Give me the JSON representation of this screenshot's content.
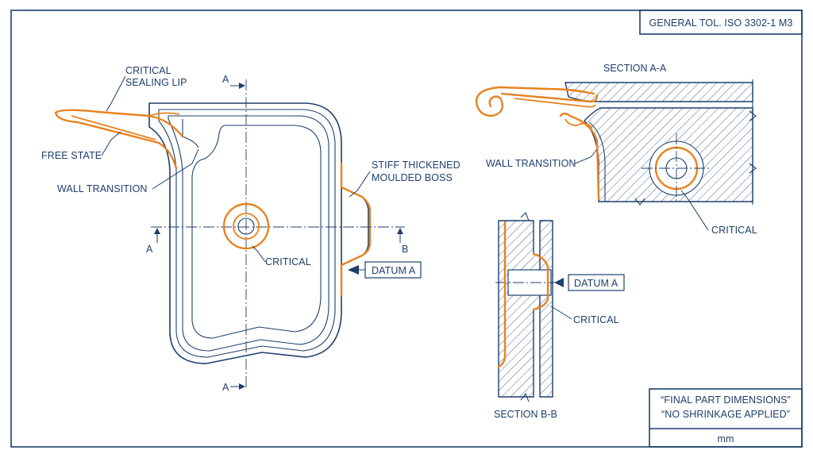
{
  "title_block": {
    "tolerance_note": "GENERAL TOL. ISO 3302-1 M3",
    "note_line_1": "“FINAL PART DIMENSIONS”",
    "note_line_2": "“NO SHRINKAGE APPLIED”",
    "units": "mm"
  },
  "main_view": {
    "labels": {
      "critical_sealing_lip_1": "CRITICAL",
      "critical_sealing_lip_2": "SEALING LIP",
      "free_state": "FREE STATE",
      "wall_transition": "WALL TRANSITION",
      "stiff_boss_1": "STIFF THICKENED",
      "stiff_boss_2": "MOULDED BOSS",
      "critical": "CRITICAL",
      "datum_a": "DATUM A"
    },
    "section_marks": {
      "a_top": "A",
      "a_bottom": "A",
      "a_left": "A",
      "b_right": "B"
    }
  },
  "section_a": {
    "title": "SECTION A-A",
    "wall_transition": "WALL TRANSITION",
    "critical": "CRITICAL"
  },
  "section_b": {
    "title": "SECTION B-B",
    "datum_a": "DATUM A",
    "critical": "CRITICAL"
  },
  "colors": {
    "line": "#1d3f6b",
    "critical_accent": "#e8821e",
    "background": "#ffffff"
  }
}
